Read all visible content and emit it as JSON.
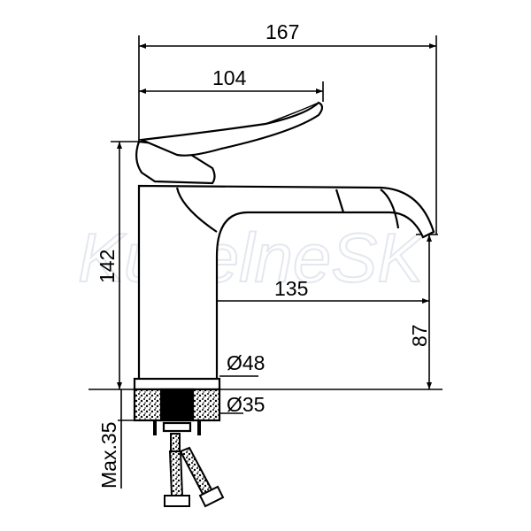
{
  "watermark": "KúpelneSK",
  "dimensions": {
    "overall_width": "167",
    "handle_length": "104",
    "height": "142",
    "spout_reach": "135",
    "spout_height": "87",
    "base_diameter": "Ø48",
    "hole_diameter": "Ø35",
    "max_deck_thickness": "Max.35"
  },
  "colors": {
    "line": "#000000",
    "watermark": "#e4e8ee"
  }
}
